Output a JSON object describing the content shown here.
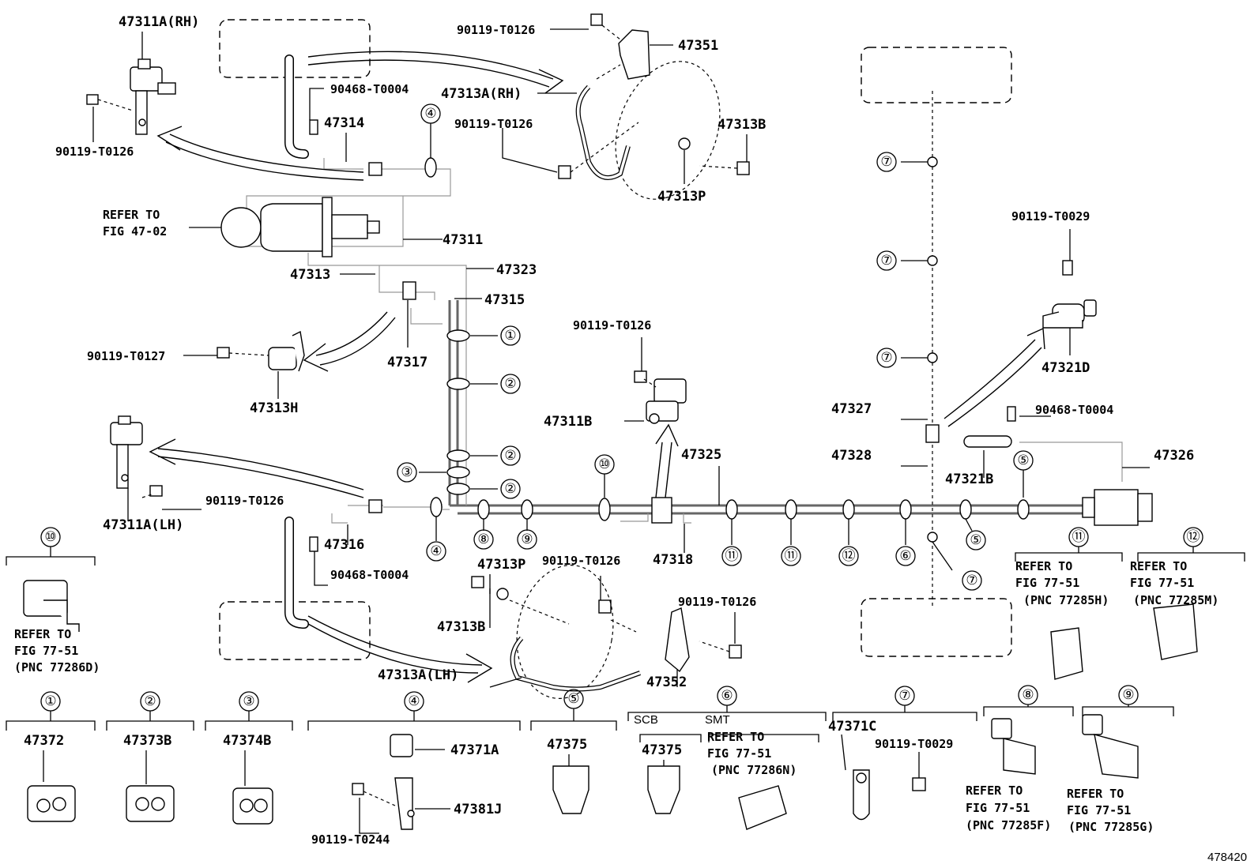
{
  "diagram_id": "478420",
  "labels": {
    "p47311a_rh": "47311A(RH)",
    "p90119_t0126_a": "90119-T0126",
    "p47351": "47351",
    "p47313a_rh": "47313A(RH)",
    "p90468_t0004_a": "90468-T0004",
    "p47314": "47314",
    "p90119_t0126_b": "90119-T0126",
    "p47313b_top": "47313B",
    "p90119_t0126_c": "90119-T0126",
    "p47313p_top": "47313P",
    "refer_fig_4702_a": "REFER TO",
    "refer_fig_4702_b": "FIG 47-02",
    "p47311": "47311",
    "p47313": "47313",
    "p47323": "47323",
    "p47315": "47315",
    "p90119_t0127": "90119-T0127",
    "p47317": "47317",
    "p47313h": "47313H",
    "p90119_t0126_d": "90119-T0126",
    "p47311b": "47311B",
    "p90119_t0029_a": "90119-T0029",
    "p47321d": "47321D",
    "p47327": "47327",
    "p90468_t0004_b": "90468-T0004",
    "p47328": "47328",
    "p47321b": "47321B",
    "p47326": "47326",
    "p47325": "47325",
    "p90119_t0126_e": "90119-T0126",
    "p47311a_lh": "47311A(LH)",
    "p47316": "47316",
    "p90468_t0004_c": "90468-T0004",
    "p47318": "47318",
    "p47313p_bot": "47313P",
    "p90119_t0126_f": "90119-T0126",
    "p47313b_bot": "47313B",
    "p90119_t0126_g": "90119-T0126",
    "p47313a_lh": "47313A(LH)",
    "p47352": "47352"
  },
  "callouts": {
    "c1": "①",
    "c2": "②",
    "c3": "③",
    "c4": "④",
    "c5": "⑤",
    "c6": "⑥",
    "c7": "⑦",
    "c8": "⑧",
    "c9": "⑨",
    "c10": "⑩",
    "c11": "⑪",
    "c12": "⑫"
  },
  "refs": {
    "r10": {
      "line1": "REFER TO",
      "line2": "FIG 77-51",
      "line3": "(PNC 77286D)"
    },
    "r11": {
      "line1": "REFER TO",
      "line2": "FIG 77-51",
      "line3": "(PNC 77285H)"
    },
    "r12": {
      "line1": "REFER TO",
      "line2": "FIG 77-51",
      "line3": "(PNC 77285M)"
    },
    "r6": {
      "line1": "REFER TO",
      "line2": "FIG 77-51",
      "line3": "(PNC 77286N)"
    },
    "r8": {
      "line1": "REFER TO",
      "line2": "FIG 77-51",
      "line3": "(PNC 77285F)"
    },
    "r9": {
      "line1": "REFER TO",
      "line2": "FIG 77-51",
      "line3": "(PNC 77285G)"
    }
  },
  "bottom": {
    "b1": "47372",
    "b2": "47373B",
    "b3": "47374B",
    "b4_a": "47371A",
    "b4_b": "47381J",
    "b4_c": "90119-T0244",
    "b5": "47375",
    "b6_scb": "SCB",
    "b6_smt": "SMT",
    "b6_part": "47375",
    "b7_a": "47371C",
    "b7_b": "90119-T0029"
  }
}
